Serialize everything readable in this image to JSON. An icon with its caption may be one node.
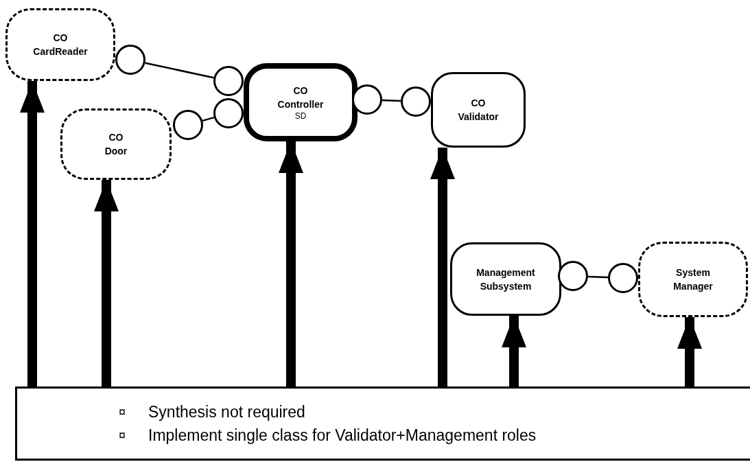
{
  "diagram": {
    "nodes": [
      {
        "text": [
          "CO CardReader"
        ]
      },
      {
        "text": [
          "CO Door"
        ]
      },
      {
        "text": [
          "CO Controller",
          "SD"
        ]
      },
      {
        "text": [
          "CO Validator"
        ]
      },
      {
        "text": [
          "Management Subsystem"
        ]
      },
      {
        "text": [
          "System Manager"
        ]
      },
      {
        "text": [
          "¤",
          "Synthesis not required",
          "¤",
          "Implement single class for Validator+Management roles"
        ]
      },
      {
        "text": [],
        "shape": "circle"
      },
      {
        "text": [],
        "shape": "circle"
      },
      {
        "text": [],
        "shape": "circle"
      },
      {
        "text": [],
        "shape": "circle"
      },
      {
        "text": [],
        "shape": "circle"
      },
      {
        "text": [],
        "shape": "circle"
      },
      {
        "text": [],
        "shape": "circle"
      },
      {
        "text": [],
        "shape": "circle"
      }
    ],
    "edges": [
      {
        "from": 7,
        "to": 8,
        "arrow": "none"
      },
      {
        "from": 9,
        "to": 10,
        "arrow": "none"
      },
      {
        "from": 11,
        "to": 12,
        "arrow": "none"
      },
      {
        "from": 13,
        "to": 14,
        "arrow": "none"
      },
      {
        "from": 6,
        "to": 0,
        "arrow": "to"
      },
      {
        "from": 6,
        "to": 1,
        "arrow": "to"
      },
      {
        "from": 6,
        "to": 2,
        "arrow": "to"
      },
      {
        "from": 6,
        "to": 3,
        "arrow": "to"
      },
      {
        "from": 6,
        "to": 4,
        "arrow": "to"
      },
      {
        "from": 6,
        "to": 5,
        "arrow": "to"
      }
    ]
  }
}
